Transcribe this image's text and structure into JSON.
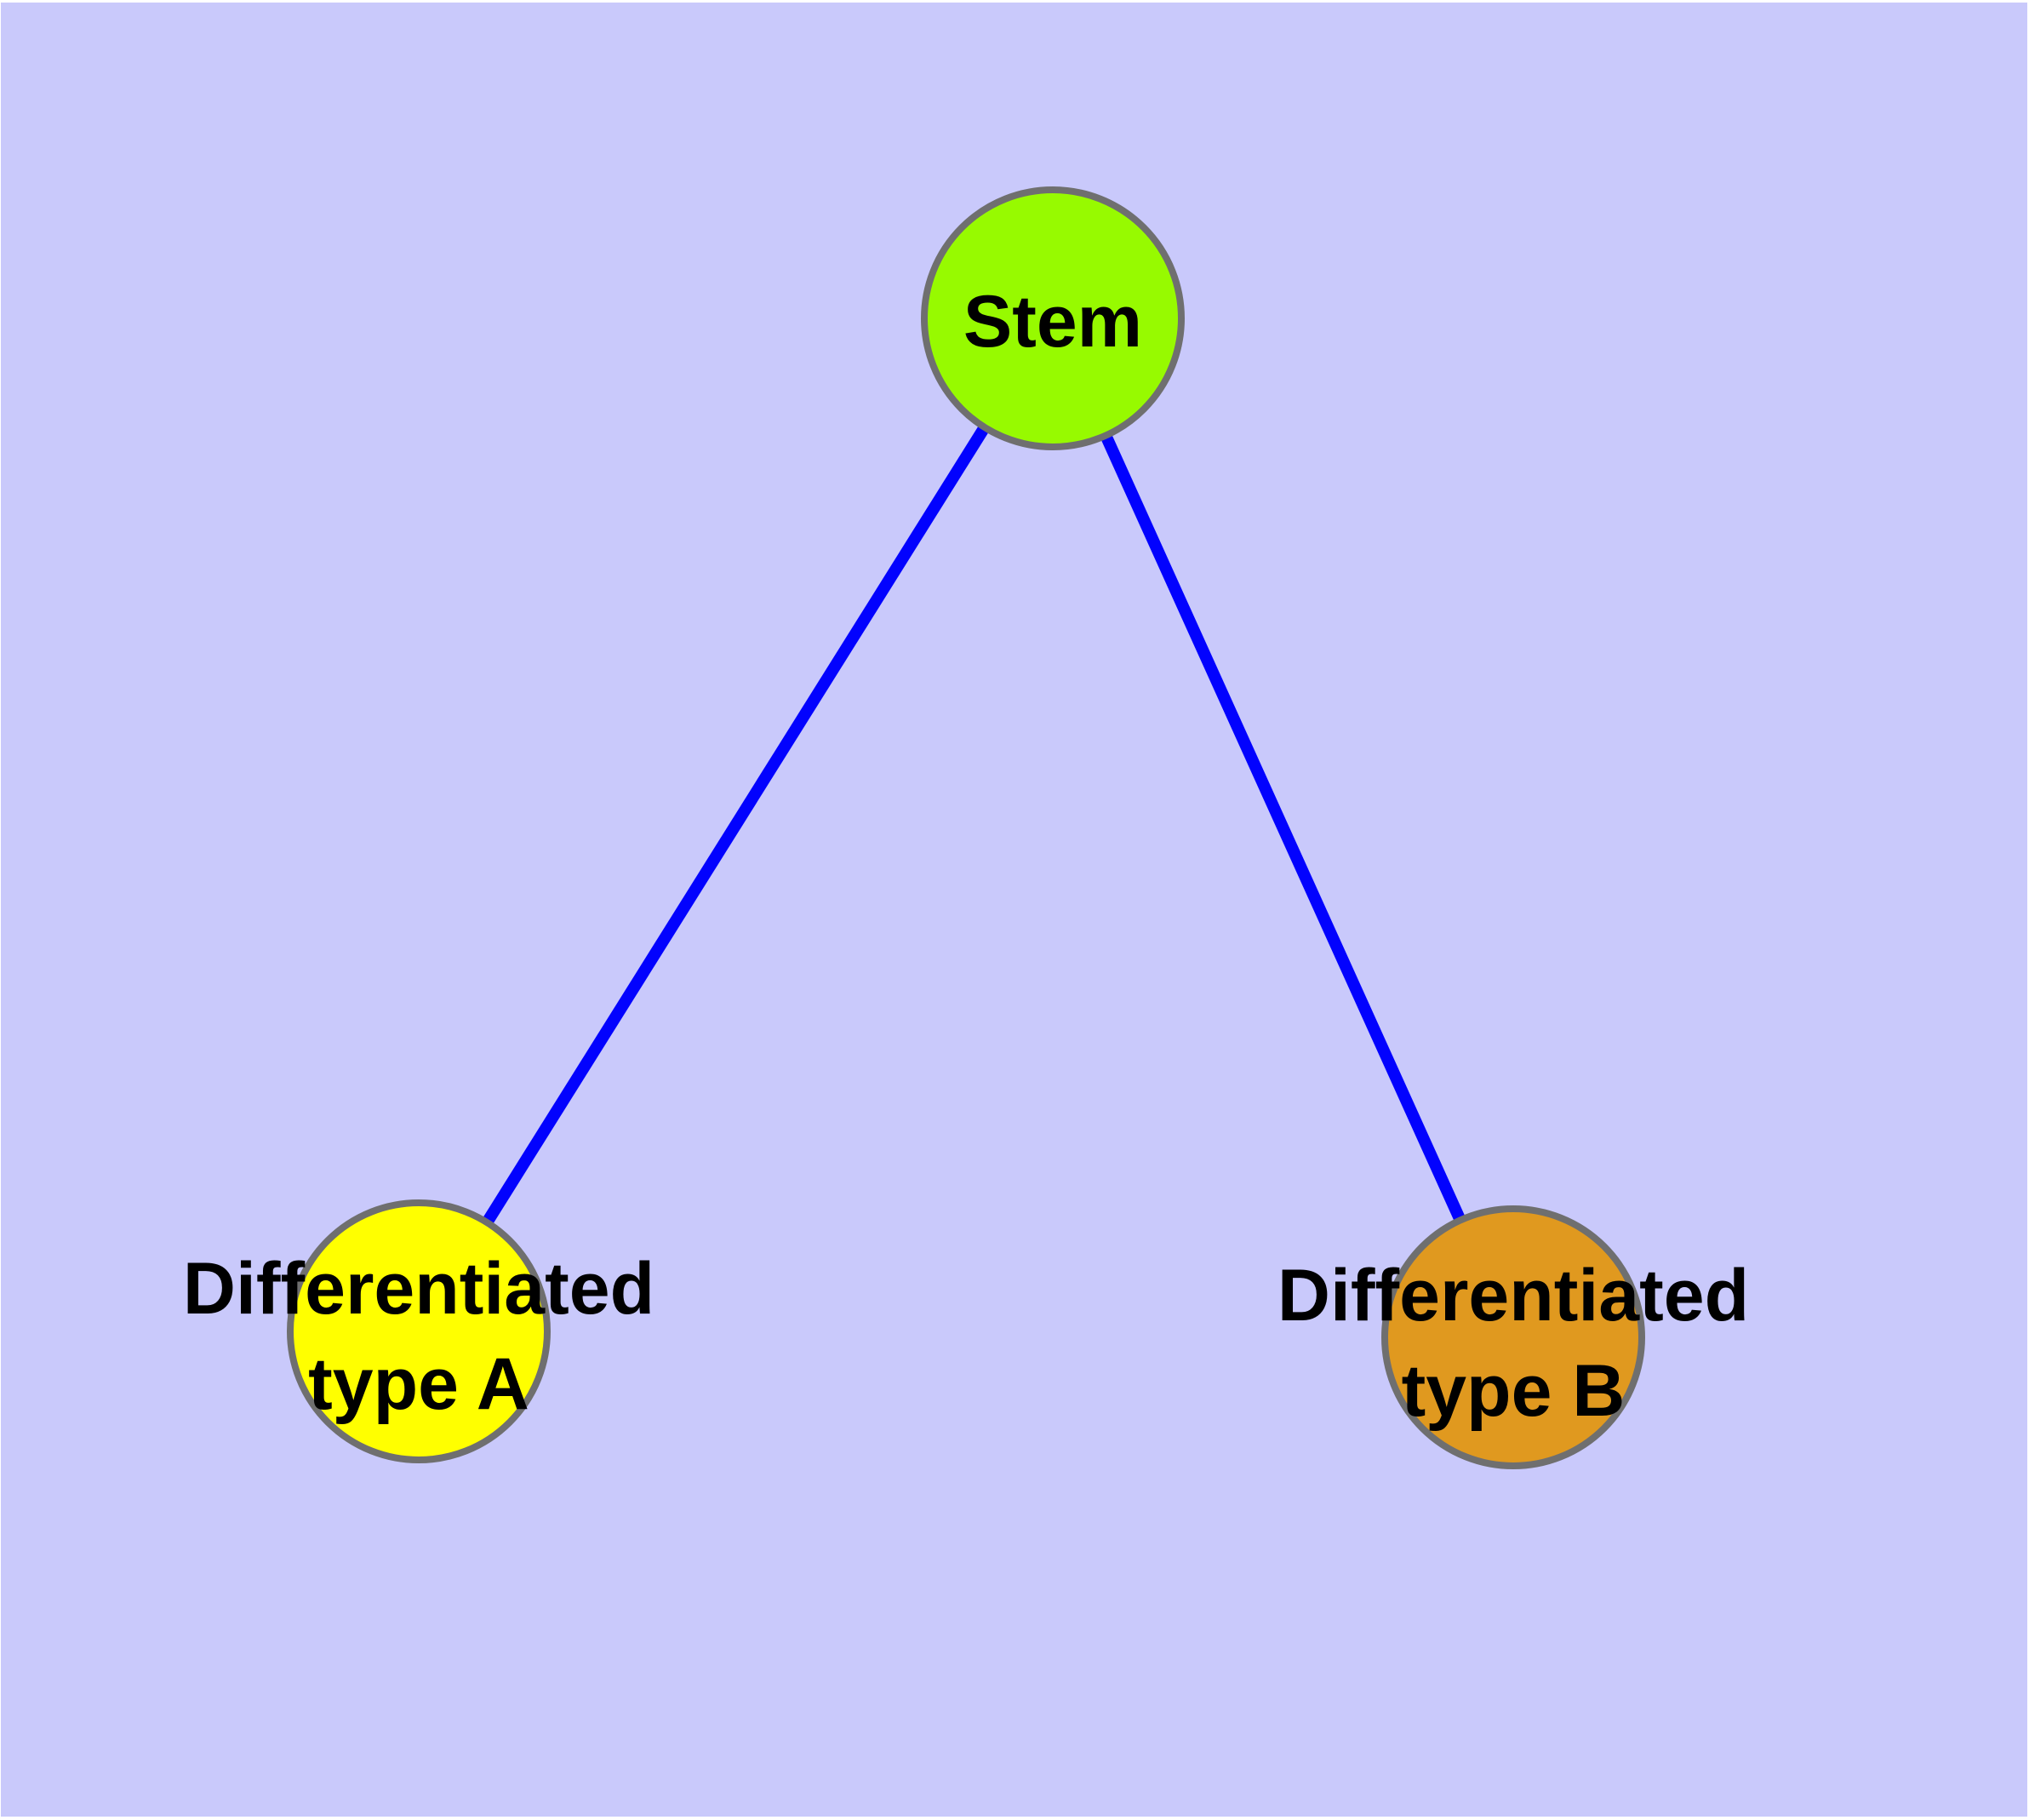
{
  "diagram": {
    "type": "graph",
    "background_color": "#c9c9fb",
    "page_border_color": "#ffffff",
    "text_color": "#000000",
    "node_border_color": "#6f6f6f",
    "edge_color": "#0202fe",
    "nodes": {
      "stem": {
        "label": "Stem",
        "fill": "#97fa00"
      },
      "type_a": {
        "label_line1": "Differentiated",
        "label_line2": "type A",
        "fill": "#ffff00"
      },
      "type_b": {
        "label_line1": "Differentiated",
        "label_line2": "type B",
        "fill": "#e0991f"
      }
    },
    "edges": [
      {
        "from": "Stem",
        "to": "Differentiated type A"
      },
      {
        "from": "Stem",
        "to": "Differentiated type B"
      }
    ]
  }
}
